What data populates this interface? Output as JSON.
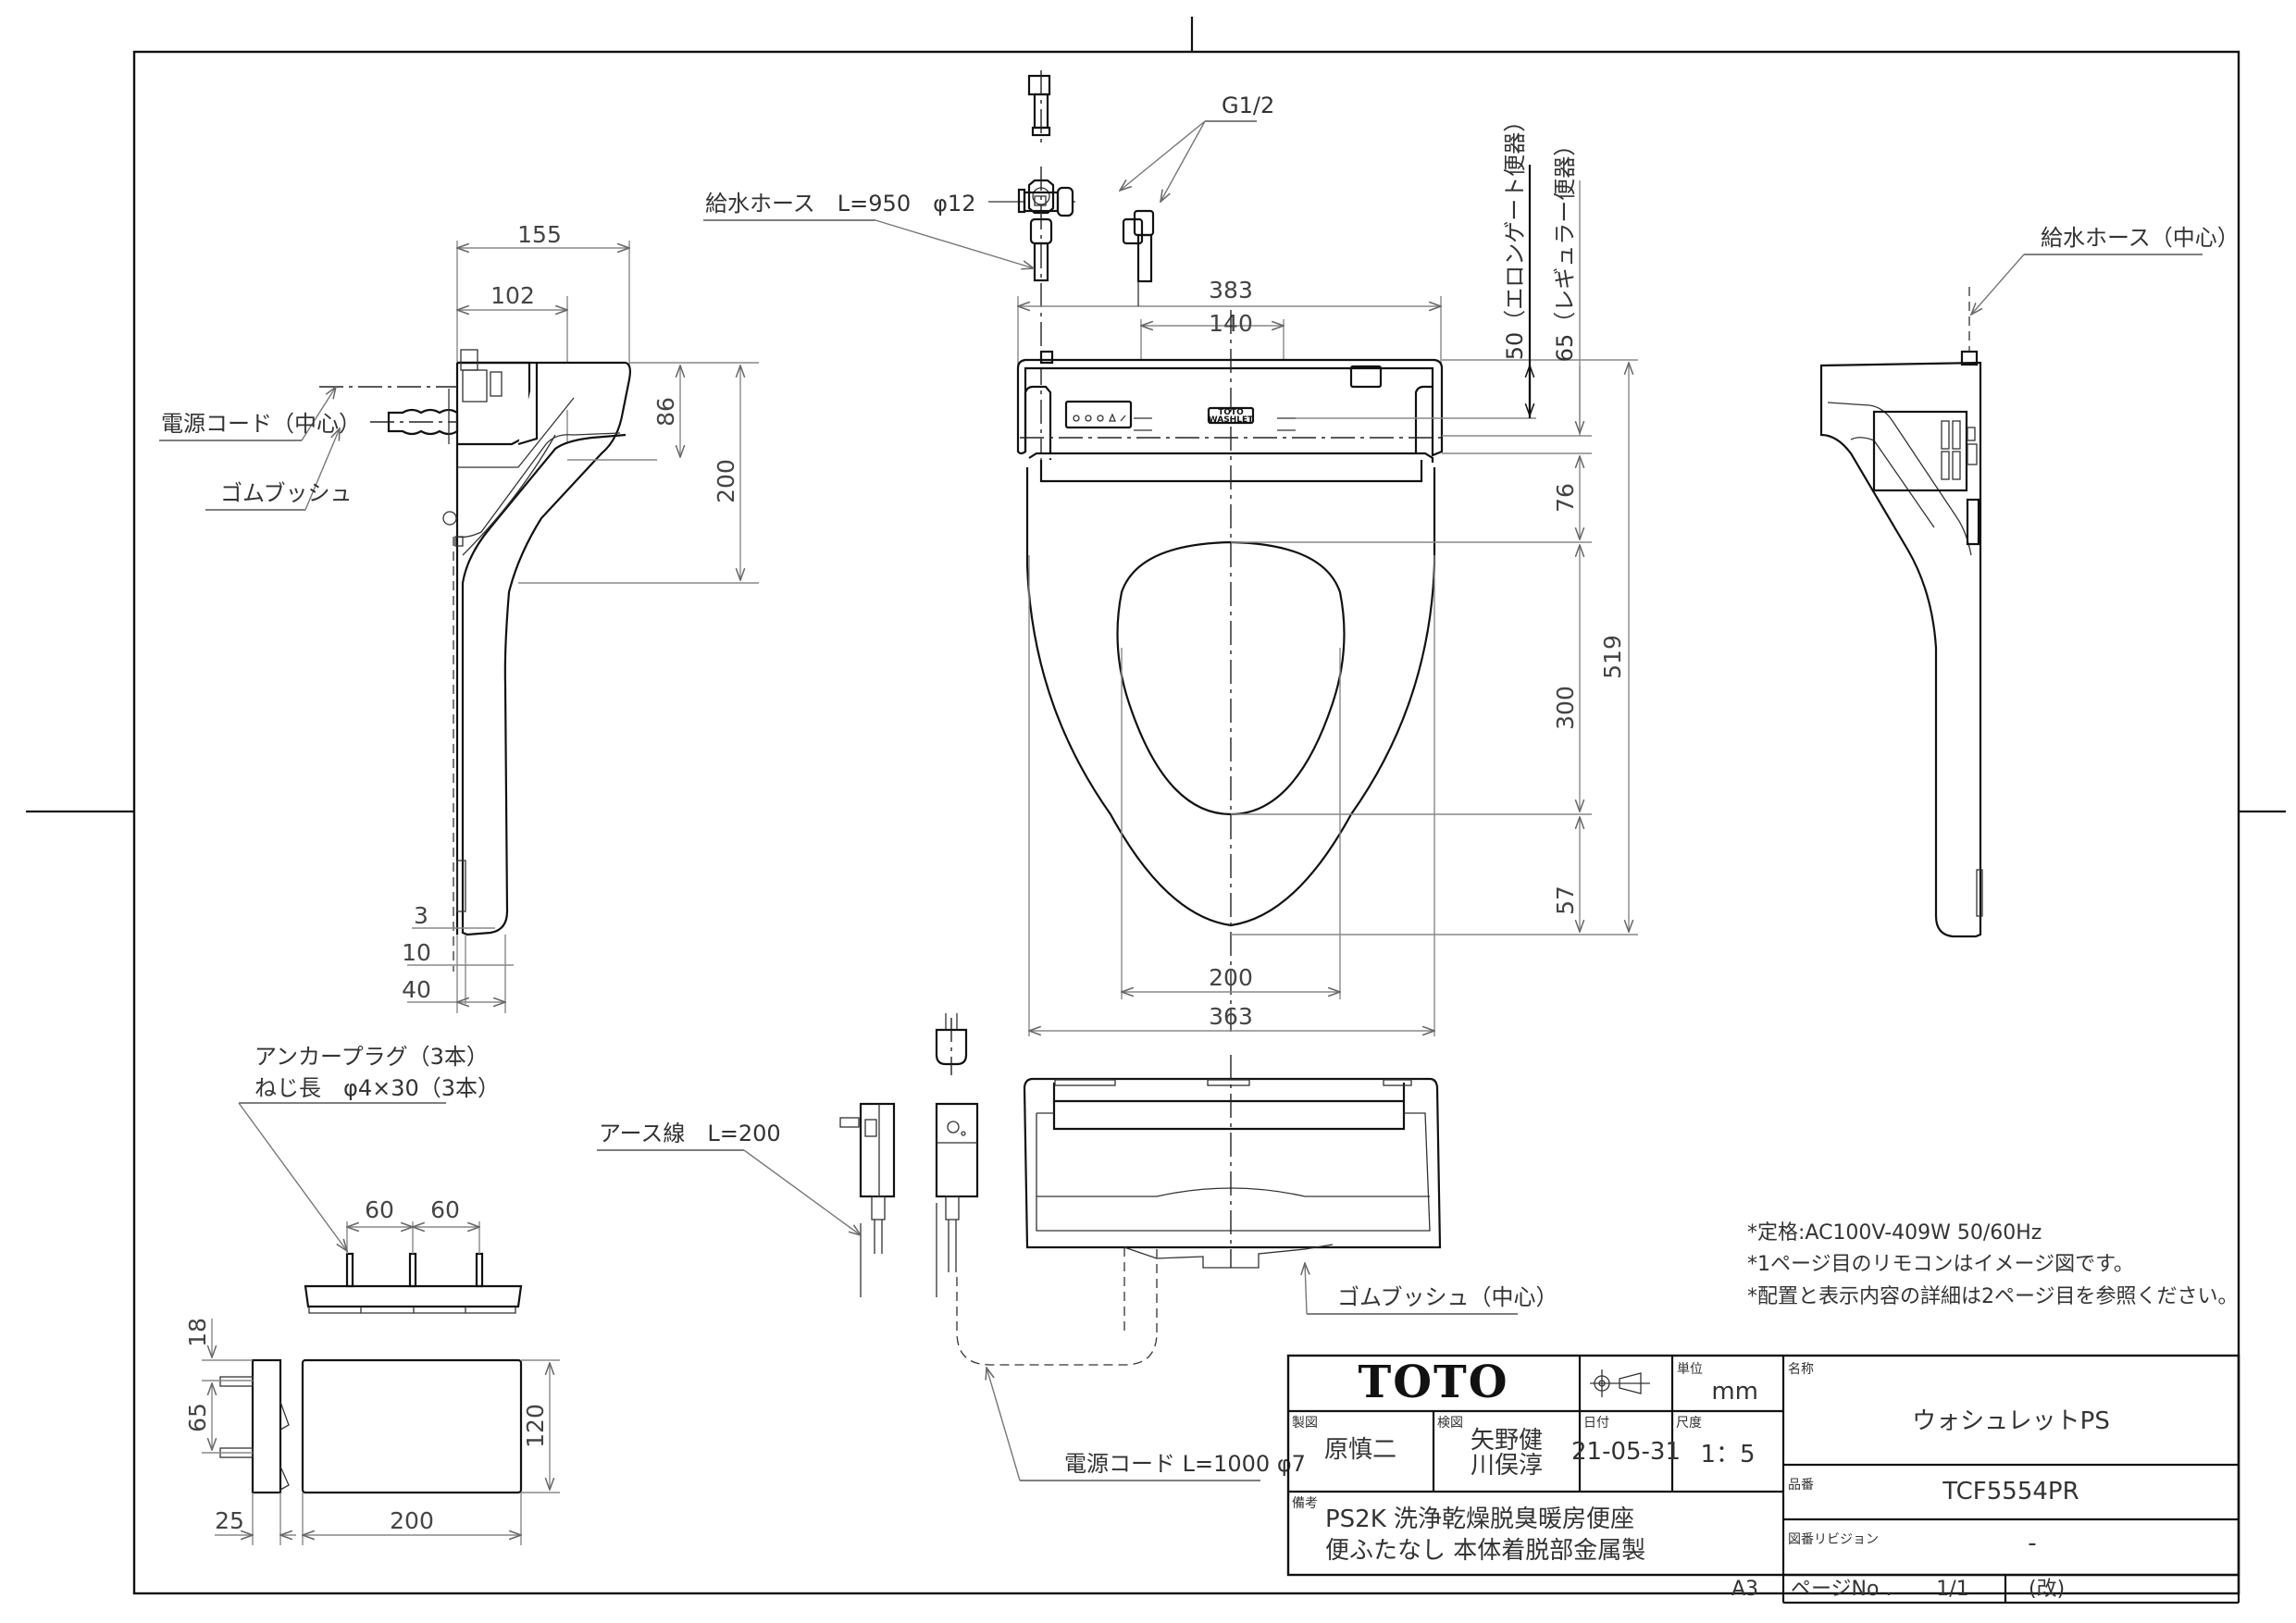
{
  "drawing": {
    "sheet_size": "A3",
    "units_label": "単位",
    "units": "mm",
    "scale_label": "尺度",
    "scale": "1：5"
  },
  "title_block": {
    "logo": "TOTO",
    "drawn_by_label": "製図",
    "drawn_by": "原慎二",
    "checked_by_label": "検図",
    "checked_by_1": "矢野健",
    "checked_by_2": "川俣淳",
    "date_label": "日付",
    "date": "21-05-31",
    "name_label": "名称",
    "product_name": "ウォシュレットPS",
    "part_no_label": "品番",
    "part_no": "TCF5554PR",
    "revision_label": "図番リビジョン",
    "revision": "-",
    "remarks_label": "備考",
    "remarks_line1": "PS2K 洗浄乾燥脱臭暖房便座",
    "remarks_line2": "便ふたなし 本体着脱部金属製",
    "page_label": "ページNo .",
    "page": "1/1",
    "rev_mark": "(改)",
    "projection_symbol": "third-angle-projection-icon"
  },
  "notes": [
    "*定格:AC100V-409W 50/60Hz",
    "*1ページ目のリモコンはイメージ図です。",
    "*配置と表示内容の詳細は2ページ目を参照ください。"
  ],
  "callouts": {
    "supply_hose": "給水ホース　L=950　φ12",
    "thread": "G1/2",
    "supply_hose_center": "給水ホース（中心）",
    "power_cord_center": "電源コード（中心）",
    "rubber_bush": "ゴムブッシュ",
    "rubber_bush_center": "ゴムブッシュ（中心）",
    "elongate_note": "50（エロンゲート便器）",
    "regular_note": "65（レギュラー便器）",
    "anchor_plug": "アンカープラグ（3本）",
    "screw_length": "ねじ長　φ4×30（3本）",
    "earth_wire": "アース線　L=200",
    "power_cord": "電源コード L=1000 φ7",
    "washlet_brand_1": "TOTO",
    "washlet_brand_2": "WASHLET"
  },
  "dimensions": {
    "side_left": {
      "d155": "155",
      "d102": "102",
      "d86": "86",
      "d200": "200",
      "d3": "3",
      "d10": "10",
      "d40": "40"
    },
    "front": {
      "d383": "383",
      "d140": "140",
      "d76": "76",
      "d300": "300",
      "d519": "519",
      "d57": "57",
      "d200": "200",
      "d363": "363"
    },
    "remote_holder": {
      "d60a": "60",
      "d60b": "60",
      "d18": "18",
      "d65": "65",
      "d120": "120",
      "d25": "25",
      "d200": "200"
    }
  }
}
